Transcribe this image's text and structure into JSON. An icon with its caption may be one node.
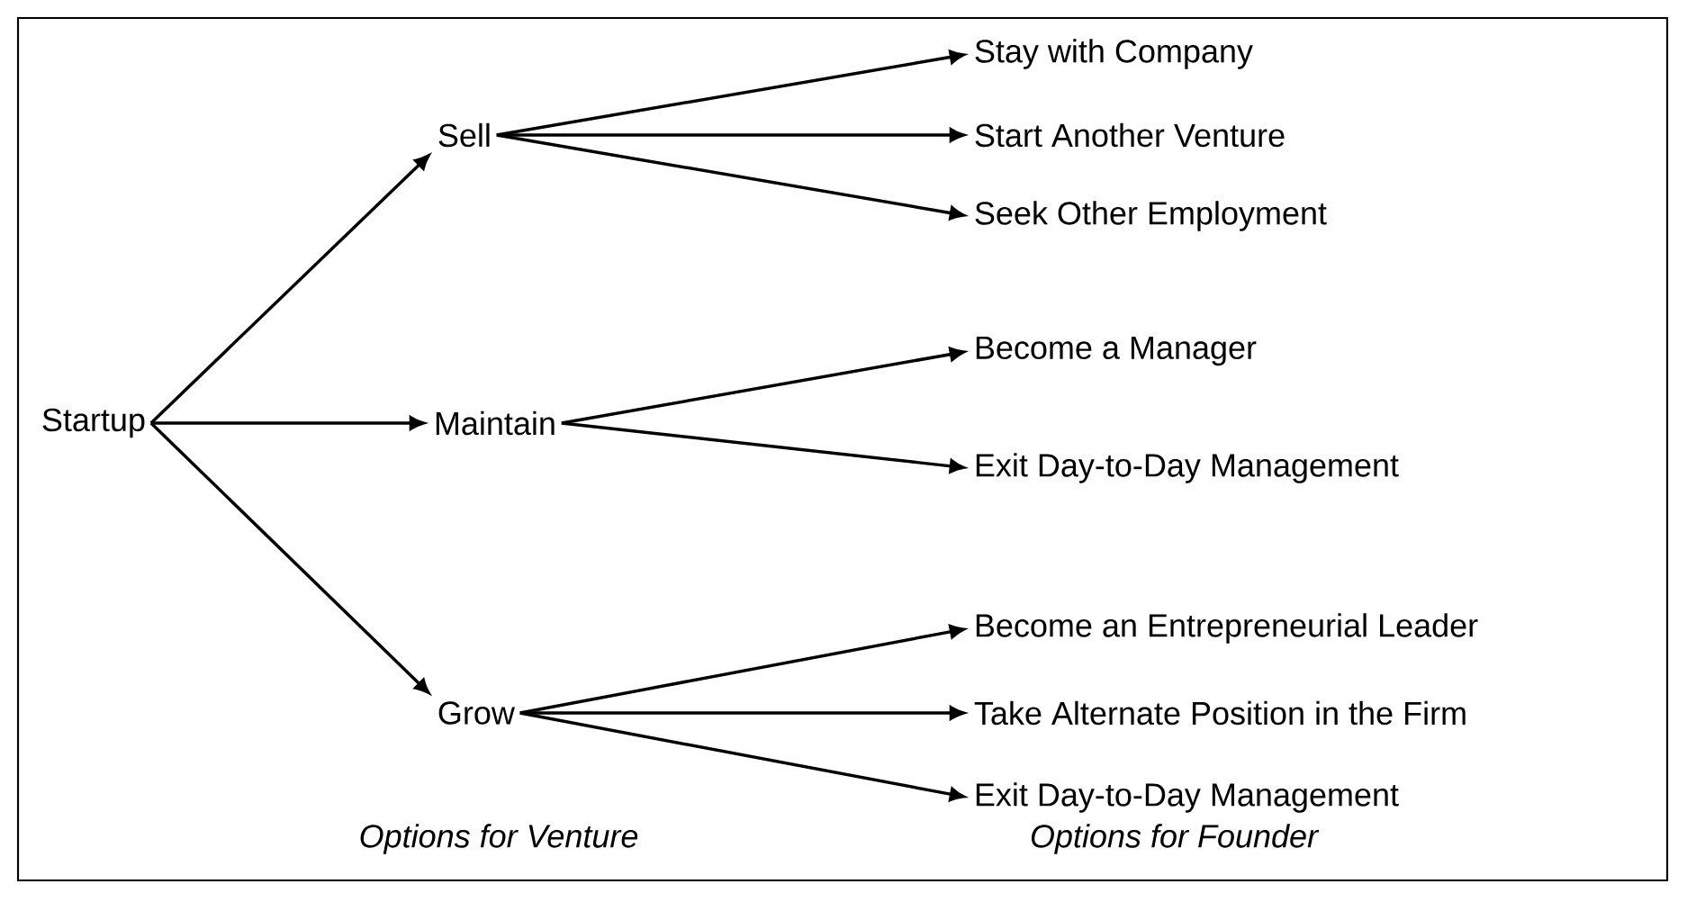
{
  "diagram": {
    "nodes": [
      {
        "text": [
          "Startup"
        ]
      },
      {
        "text": [
          "Sell"
        ]
      },
      {
        "text": [
          "Maintain"
        ]
      },
      {
        "text": [
          "Grow"
        ]
      },
      {
        "text": [
          "Stay with Company"
        ]
      },
      {
        "text": [
          "Start Another Venture"
        ]
      },
      {
        "text": [
          "Seek Other Employment"
        ]
      },
      {
        "text": [
          "Become a Manager"
        ]
      },
      {
        "text": [
          "Exit Day-to-Day Management"
        ]
      },
      {
        "text": [
          "Become an Entrepreneurial Leader"
        ]
      },
      {
        "text": [
          "Take Alternate Position in the Firm"
        ]
      },
      {
        "text": [
          "Exit Day-to-Day Management"
        ]
      }
    ],
    "edges": [
      {
        "from": 0,
        "to": 1,
        "arrow": "to"
      },
      {
        "from": 0,
        "to": 2,
        "arrow": "to"
      },
      {
        "from": 0,
        "to": 3,
        "arrow": "to"
      },
      {
        "from": 1,
        "to": 4,
        "arrow": "to"
      },
      {
        "from": 1,
        "to": 5,
        "arrow": "to"
      },
      {
        "from": 1,
        "to": 6,
        "arrow": "to"
      },
      {
        "from": 2,
        "to": 7,
        "arrow": "to"
      },
      {
        "from": 2,
        "to": 8,
        "arrow": "to"
      },
      {
        "from": 3,
        "to": 9,
        "arrow": "to"
      },
      {
        "from": 3,
        "to": 10,
        "arrow": "to"
      },
      {
        "from": 3,
        "to": 11,
        "arrow": "to"
      }
    ],
    "labels": [
      "Options for Venture",
      "Options for Founder"
    ]
  }
}
